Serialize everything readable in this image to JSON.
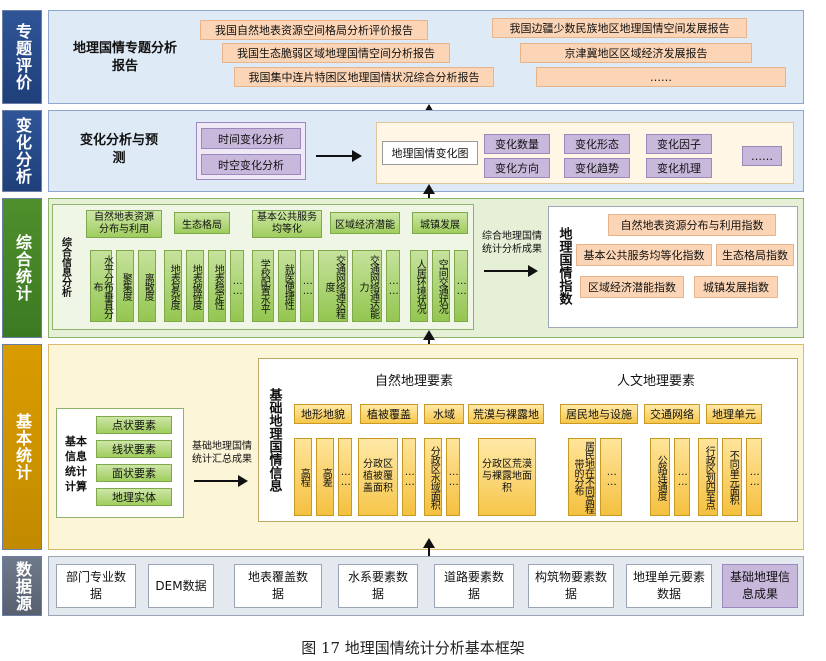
{
  "side_labels": [
    "专题评价",
    "变化分析",
    "综合统计",
    "基本统计",
    "数据源"
  ],
  "special": {
    "title": "地理国情专题分析报告",
    "reports_left": [
      "我国自然地表资源空间格局分析评价报告",
      "我国生态脆弱区域地理国情空间分析报告",
      "我国集中连片特困区地理国情状况综合分析报告"
    ],
    "reports_right": [
      "我国边疆少数民族地区地理国情空间发展报告",
      "京津冀地区区域经济发展报告",
      "……"
    ]
  },
  "change": {
    "title": "变化分析与预测",
    "methods": [
      "时间变化分析",
      "时空变化分析"
    ],
    "diagram_label": "地理国情变化图",
    "items": [
      "变化数量",
      "变化形态",
      "变化因子",
      "变化方向",
      "变化趋势",
      "变化机理",
      "……"
    ]
  },
  "comprehensive": {
    "analysis_label": "综合信息分析",
    "groups": [
      {
        "header": "自然地表资源分布与利用",
        "leaves": [
          "水平分布垂直分布",
          "聚集度",
          "离散度"
        ]
      },
      {
        "header": "生态格局",
        "leaves": [
          "地表复杂度",
          "地表破碎度",
          "地表稳定性",
          "……"
        ]
      },
      {
        "header": "基本公共服务均等化",
        "leaves": [
          "学校配置水平",
          "就医便捷性",
          "……"
        ]
      },
      {
        "header": "区域经济潜能",
        "leaves": [
          "交通网络通达程度",
          "交通网络通达能力",
          "……"
        ]
      },
      {
        "header": "城镇发展",
        "leaves": [
          "人居环境状况",
          "空间交通状况",
          "……"
        ]
      }
    ],
    "result_label": "综合地理国情统计分析成果",
    "index_title": "地理国情指数",
    "indices": [
      "自然地表资源分布与利用指数",
      "基本公共服务均等化指数",
      "生态格局指数",
      "区域经济潜能指数",
      "城镇发展指数"
    ]
  },
  "basic": {
    "info_title": "基本信息统计计算",
    "info_items": [
      "点状要素",
      "线状要素",
      "面状要素",
      "地理实体"
    ],
    "result_label": "基础地理国情统计汇总成果",
    "base_title": "基础地理国情信息",
    "natural_title": "自然地理要素",
    "human_title": "人文地理要素",
    "natural_groups": [
      {
        "header": "地形地貌",
        "leaves": [
          "高程",
          "高差",
          "……"
        ]
      },
      {
        "header": "植被覆盖",
        "leaves": [
          "分政区植被覆盖面积",
          "……"
        ]
      },
      {
        "header": "水域",
        "leaves": [
          "分政区水域面积",
          "……"
        ]
      },
      {
        "header": "荒漠与裸露地",
        "leaves": [
          "分政区荒漠与裸露地面积"
        ]
      }
    ],
    "human_groups": [
      {
        "header": "居民地与设施",
        "leaves": [
          "居民地在不同高程带的分布",
          "……"
        ]
      },
      {
        "header": "交通网络",
        "leaves": [
          "公路连通度",
          "……"
        ]
      },
      {
        "header": "地理单元",
        "leaves": [
          "行政区划四至点",
          "不同单元面积",
          "……"
        ]
      }
    ]
  },
  "sources": [
    "部门专业数据",
    "DEM数据",
    "地表覆盖数据",
    "水系要素数据",
    "道路要素数据",
    "构筑物要素数据",
    "地理单元要素数据",
    "基础地理信息成果"
  ],
  "caption": "图 17  地理国情统计分析基本框架",
  "colors": {
    "blue": "#2f5597",
    "green": "#4f8f2c",
    "gold": "#d99c00",
    "gray": "#6e7a8c",
    "peach": "#fbd5b5",
    "purple": "#c8b8dc"
  }
}
